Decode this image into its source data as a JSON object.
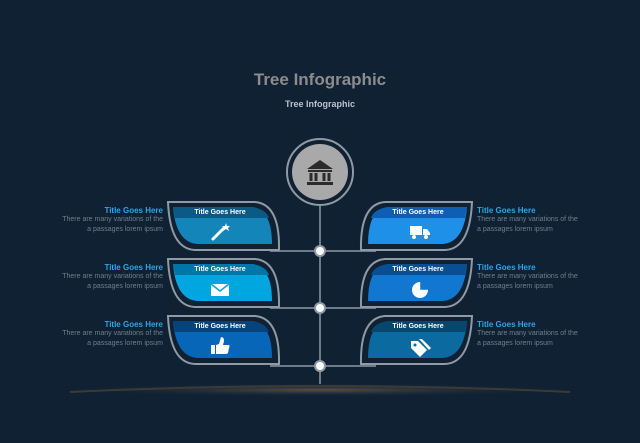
{
  "header": {
    "title": "Tree Infographic",
    "subtitle": "Tree Infographic"
  },
  "root_icon": "bank-icon",
  "colors": {
    "background": "#0f2133",
    "stroke": "#8f9aa5",
    "accent_title": "#2aa6e8"
  },
  "left": [
    {
      "side_title": "Title Goes Here",
      "desc_1": "There are many variations of the",
      "desc_2": "a passages lorem ipsum",
      "leaf_title": "Title Goes Here",
      "icon": "magic-wand-icon"
    },
    {
      "side_title": "Title Goes Here",
      "desc_1": "There are many variations of the",
      "desc_2": "a passages lorem ipsum",
      "leaf_title": "Title Goes Here",
      "icon": "envelope-icon"
    },
    {
      "side_title": "Title Goes Here",
      "desc_1": "There are many variations of the",
      "desc_2": "a passages lorem ipsum",
      "leaf_title": "Title Goes Here",
      "icon": "thumbs-up-icon"
    }
  ],
  "right": [
    {
      "side_title": "Title Goes Here",
      "desc_1": "There are many variations of the",
      "desc_2": "a passages lorem ipsum",
      "leaf_title": "Title Goes Here",
      "icon": "truck-icon"
    },
    {
      "side_title": "Title Goes Here",
      "desc_1": "There are many variations of the",
      "desc_2": "a passages lorem ipsum",
      "leaf_title": "Title Goes Here",
      "icon": "pie-chart-icon"
    },
    {
      "side_title": "Title Goes Here",
      "desc_1": "There are many variations of the",
      "desc_2": "a passages lorem ipsum",
      "leaf_title": "Title Goes Here",
      "icon": "tags-icon"
    }
  ]
}
